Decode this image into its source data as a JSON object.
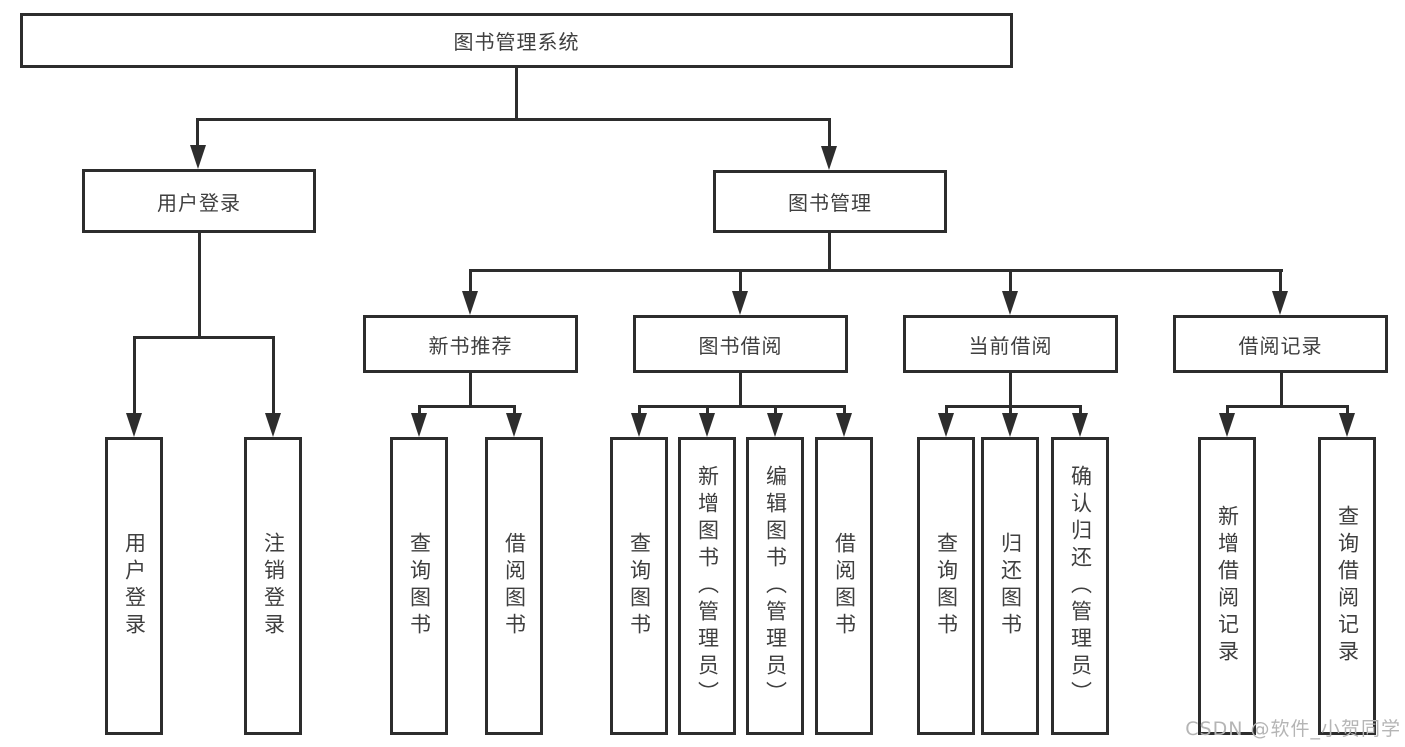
{
  "diagram": {
    "root": {
      "label": "图书管理系统"
    },
    "level2": [
      {
        "label": "用户登录"
      },
      {
        "label": "图书管理"
      }
    ],
    "level3": [
      {
        "label": "新书推荐"
      },
      {
        "label": "图书借阅"
      },
      {
        "label": "当前借阅"
      },
      {
        "label": "借阅记录"
      }
    ],
    "leaf_groups": [
      {
        "parent": "用户登录",
        "items": [
          "用户登录",
          "注销登录"
        ]
      },
      {
        "parent": "新书推荐",
        "items": [
          "查询图书",
          "借阅图书"
        ]
      },
      {
        "parent": "图书借阅",
        "items": [
          "查询图书",
          "新增图书（管理员）",
          "编辑图书（管理员）",
          "借阅图书"
        ]
      },
      {
        "parent": "当前借阅",
        "items": [
          "查询图书",
          "归还图书",
          "确认归还（管理员）"
        ]
      },
      {
        "parent": "借阅记录",
        "items": [
          "新增借阅记录",
          "查询借阅记录"
        ]
      }
    ]
  },
  "watermark": {
    "text": "CSDN @软件_小贺同学",
    "color": "#b5b5b5"
  },
  "colors": {
    "line": "#2d2d2d",
    "text": "#3f3f3f",
    "background": "#ffffff"
  }
}
